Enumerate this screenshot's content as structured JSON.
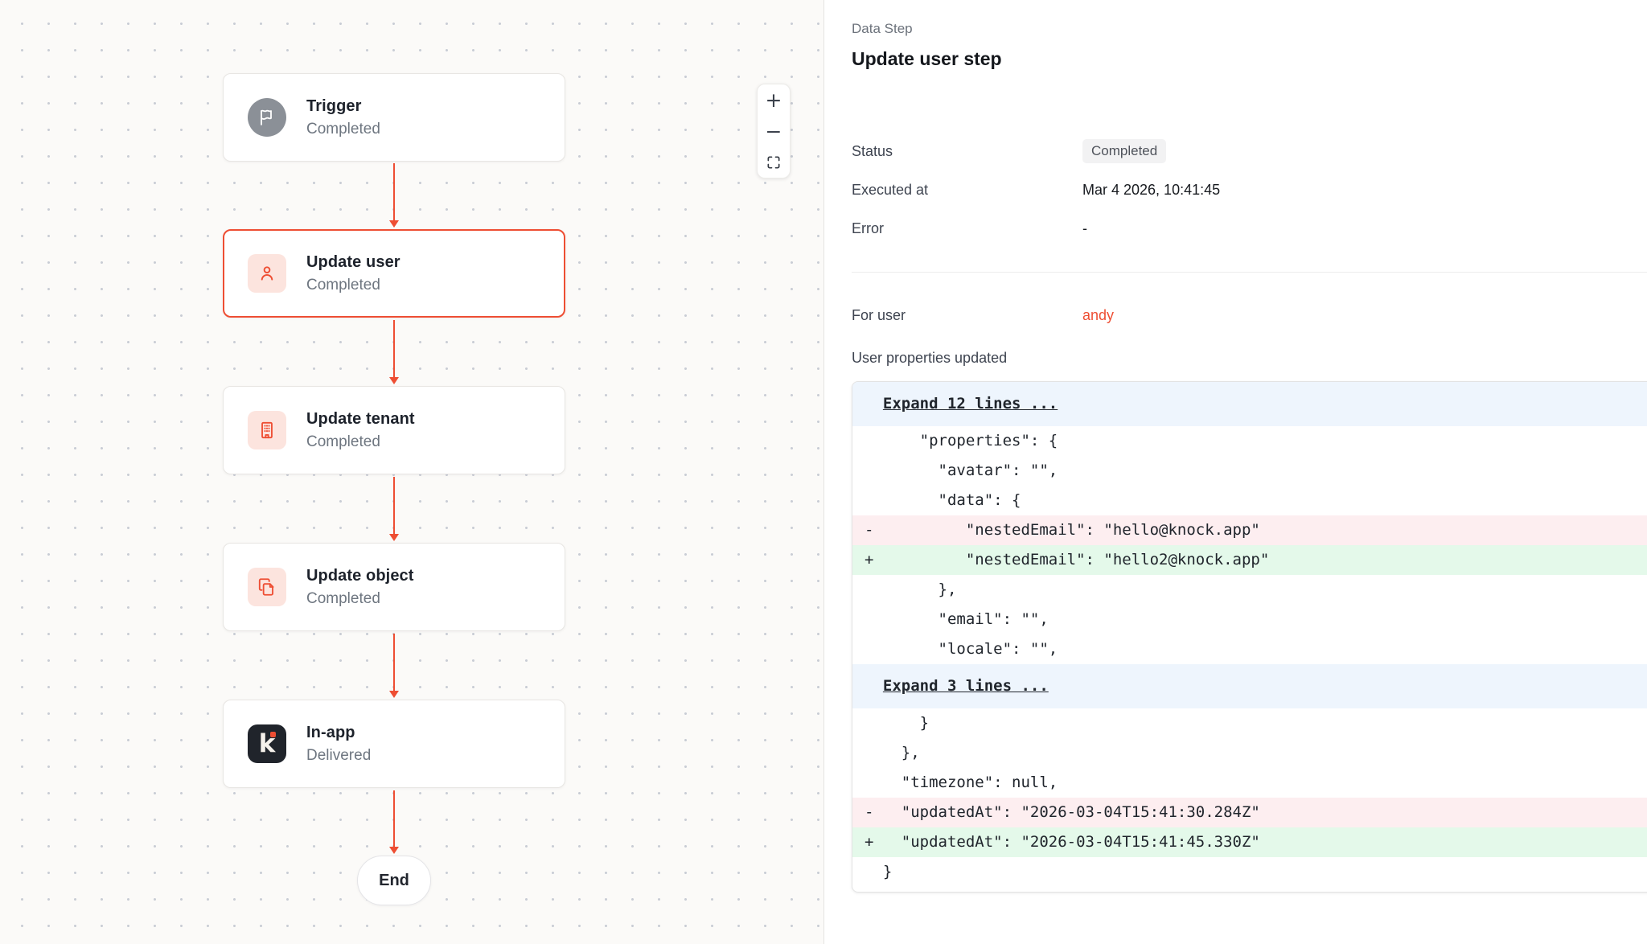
{
  "colors": {
    "accent": "#EE4E33",
    "icon_pink_bg": "#FCE4DE",
    "trigger_circle": "#8B9097",
    "diff_del_bg": "#FDEEF0",
    "diff_add_bg": "#E4F9EA",
    "diff_expand_bg": "#EEF5FD",
    "badge_bg": "#F2F2F3",
    "canvas_bg": "#FBFAF8"
  },
  "canvas": {
    "nodes": [
      {
        "title": "Trigger",
        "status": "Completed",
        "icon": "flag-icon"
      },
      {
        "title": "Update user",
        "status": "Completed",
        "icon": "user-icon",
        "selected": true
      },
      {
        "title": "Update tenant",
        "status": "Completed",
        "icon": "building-icon"
      },
      {
        "title": "Update object",
        "status": "Completed",
        "icon": "copy-icon"
      },
      {
        "title": "In-app",
        "status": "Delivered",
        "icon": "knock-logo-icon",
        "logo_letter": "k"
      }
    ],
    "end_label": "End",
    "zoom_controls": {
      "zoom_in": "+",
      "zoom_out": "−",
      "fit": "fit-view"
    }
  },
  "panel": {
    "eyebrow": "Data Step",
    "title": "Update user step",
    "status_label": "Status",
    "status_value": "Completed",
    "executed_label": "Executed at",
    "executed_value": "Mar 4 2026, 10:41:45",
    "error_label": "Error",
    "error_value": "-",
    "for_user_label": "For user",
    "for_user_value": "andy",
    "diff_title": "User properties updated"
  },
  "diff": {
    "lines": [
      {
        "type": "expand",
        "text": "Expand 12 lines ..."
      },
      {
        "type": "ctx",
        "text": "      \"properties\": {"
      },
      {
        "type": "ctx",
        "text": "        \"avatar\": \"\","
      },
      {
        "type": "ctx",
        "text": "        \"data\": {"
      },
      {
        "type": "del",
        "text": "-          \"nestedEmail\": \"hello@knock.app\""
      },
      {
        "type": "add",
        "text": "+          \"nestedEmail\": \"hello2@knock.app\""
      },
      {
        "type": "ctx",
        "text": "        },"
      },
      {
        "type": "ctx",
        "text": "        \"email\": \"\","
      },
      {
        "type": "ctx",
        "text": "        \"locale\": \"\","
      },
      {
        "type": "expand",
        "text": "Expand 3 lines ..."
      },
      {
        "type": "ctx",
        "text": "      }"
      },
      {
        "type": "ctx",
        "text": "    },"
      },
      {
        "type": "ctx",
        "text": "    \"timezone\": null,"
      },
      {
        "type": "del",
        "text": "-   \"updatedAt\": \"2026-03-04T15:41:30.284Z\""
      },
      {
        "type": "add",
        "text": "+   \"updatedAt\": \"2026-03-04T15:41:45.330Z\""
      },
      {
        "type": "ctx",
        "text": "  }"
      }
    ]
  }
}
